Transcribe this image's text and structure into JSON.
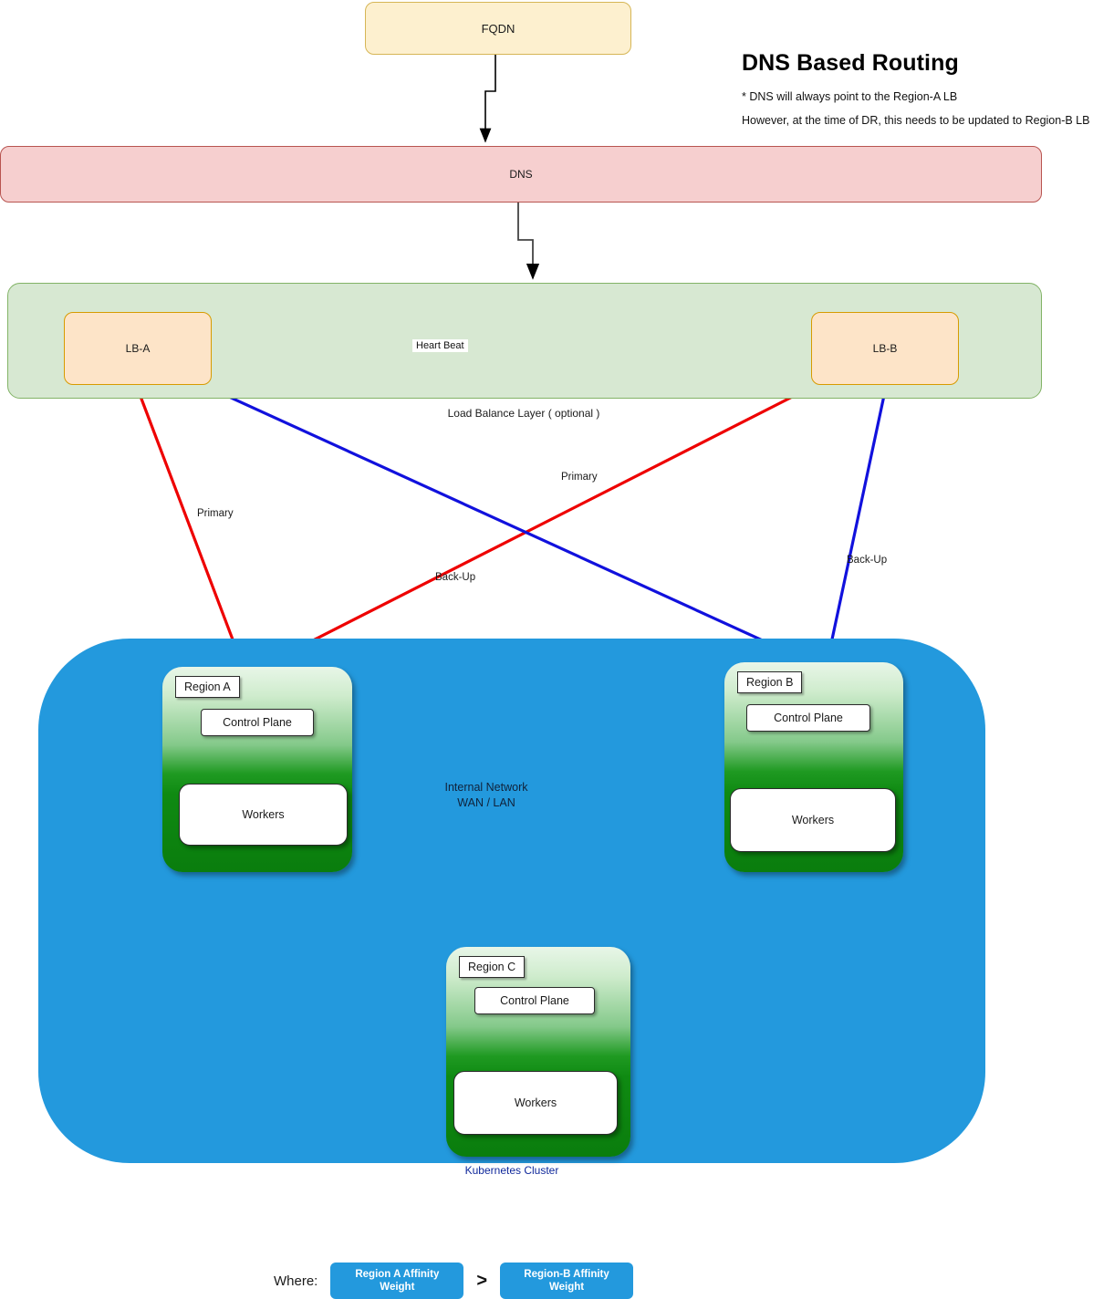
{
  "header": {
    "title": "DNS Based Routing",
    "note1": "* DNS will always point to the Region-A  LB",
    "note2": "However, at the time of DR, this needs to be updated to Region-B LB"
  },
  "nodes": {
    "fqdn": "FQDN",
    "dns": "DNS",
    "lb_a": "LB-A",
    "lb_b": "LB-B",
    "lb_layer_caption": "Load Balance Layer ( optional )",
    "heartbeat": "Heart  Beat",
    "internal_network_line1": "Internal Network",
    "internal_network_line2": "WAN / LAN",
    "k8s_caption": "Kubernetes Cluster"
  },
  "edges": {
    "primary_a": "Primary",
    "primary_b": "Primary",
    "backup_a": "Back-Up",
    "backup_b": "Back-Up"
  },
  "regions": [
    {
      "tag": "Region A",
      "control_plane": "Control Plane",
      "workers": "Workers"
    },
    {
      "tag": "Region B",
      "control_plane": "Control Plane",
      "workers": "Workers"
    },
    {
      "tag": "Region C",
      "control_plane": "Control Plane",
      "workers": "Workers"
    }
  ],
  "legend": {
    "where": "Where:",
    "affinity_a": "Region A Affinity Weight",
    "operator": ">",
    "affinity_b": "Region-B  Affinity Weight"
  },
  "colors": {
    "fqdn_fill": "#fdf0cf",
    "fqdn_stroke": "#d6b656",
    "dns_fill": "#f6cfcf",
    "dns_stroke": "#b85450",
    "lb_layer_fill": "#d7e8d2",
    "lb_layer_stroke": "#82b366",
    "lb_fill": "#fde4c8",
    "lb_stroke": "#d79b00",
    "cluster_fill": "#2399dd",
    "region_green": "#0a7d0d",
    "primary_line": "#ee0000",
    "backup_line": "#1111dd",
    "network_circle": "#2fe62f",
    "caption_blue": "#10299b"
  }
}
